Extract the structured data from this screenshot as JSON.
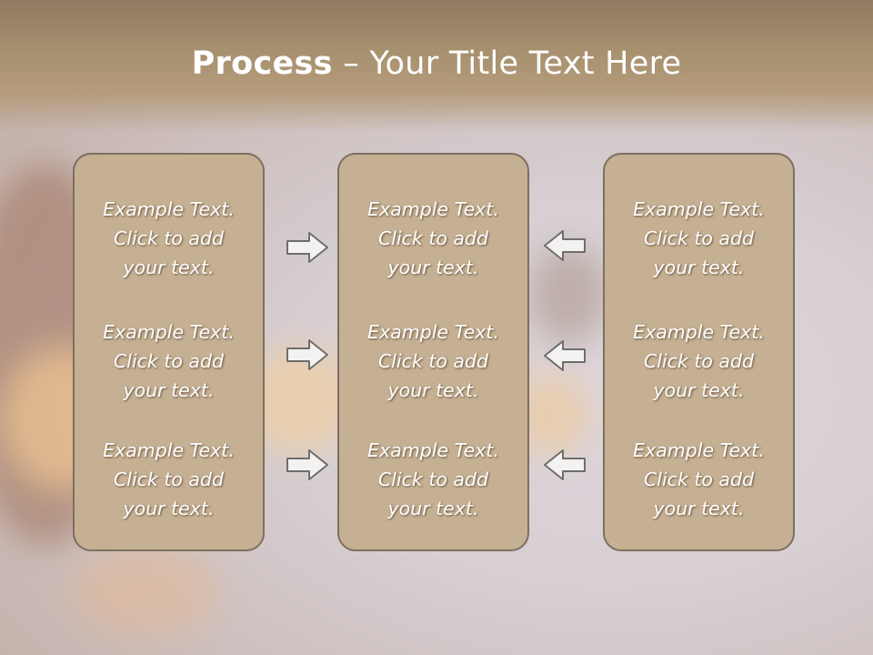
{
  "title": {
    "bold": "Process",
    "rest": " – Your Title Text Here"
  },
  "columns": [
    {
      "items": [
        {
          "line1": "Example Text.",
          "line2": "Click  to add",
          "line3": "your text."
        },
        {
          "line1": "Example Text.",
          "line2": "Click  to add",
          "line3": "your text."
        },
        {
          "line1": "Example Text.",
          "line2": "Click  to add",
          "line3": "your text."
        }
      ]
    },
    {
      "items": [
        {
          "line1": "Example Text.",
          "line2": "Click  to add",
          "line3": "your text."
        },
        {
          "line1": "Example Text.",
          "line2": "Click  to add",
          "line3": "your text."
        },
        {
          "line1": "Example Text.",
          "line2": "Click  to add",
          "line3": "your text."
        }
      ]
    },
    {
      "items": [
        {
          "line1": "Example Text.",
          "line2": "Click  to add",
          "line3": "your text."
        },
        {
          "line1": "Example Text.",
          "line2": "Click  to add",
          "line3": "your text."
        },
        {
          "line1": "Example Text.",
          "line2": "Click  to add",
          "line3": "your text."
        }
      ]
    }
  ],
  "arrows": {
    "left_group": [
      "right-arrow-icon",
      "right-arrow-icon",
      "right-arrow-icon"
    ],
    "right_group": [
      "left-arrow-icon",
      "left-arrow-icon",
      "left-arrow-icon"
    ]
  },
  "colors": {
    "panel_fill": "#c5b093",
    "panel_border": "#7e6f60",
    "header": "#a8916f",
    "arrow_fill": "#f4f2f0",
    "arrow_stroke": "#6e6e6e"
  }
}
